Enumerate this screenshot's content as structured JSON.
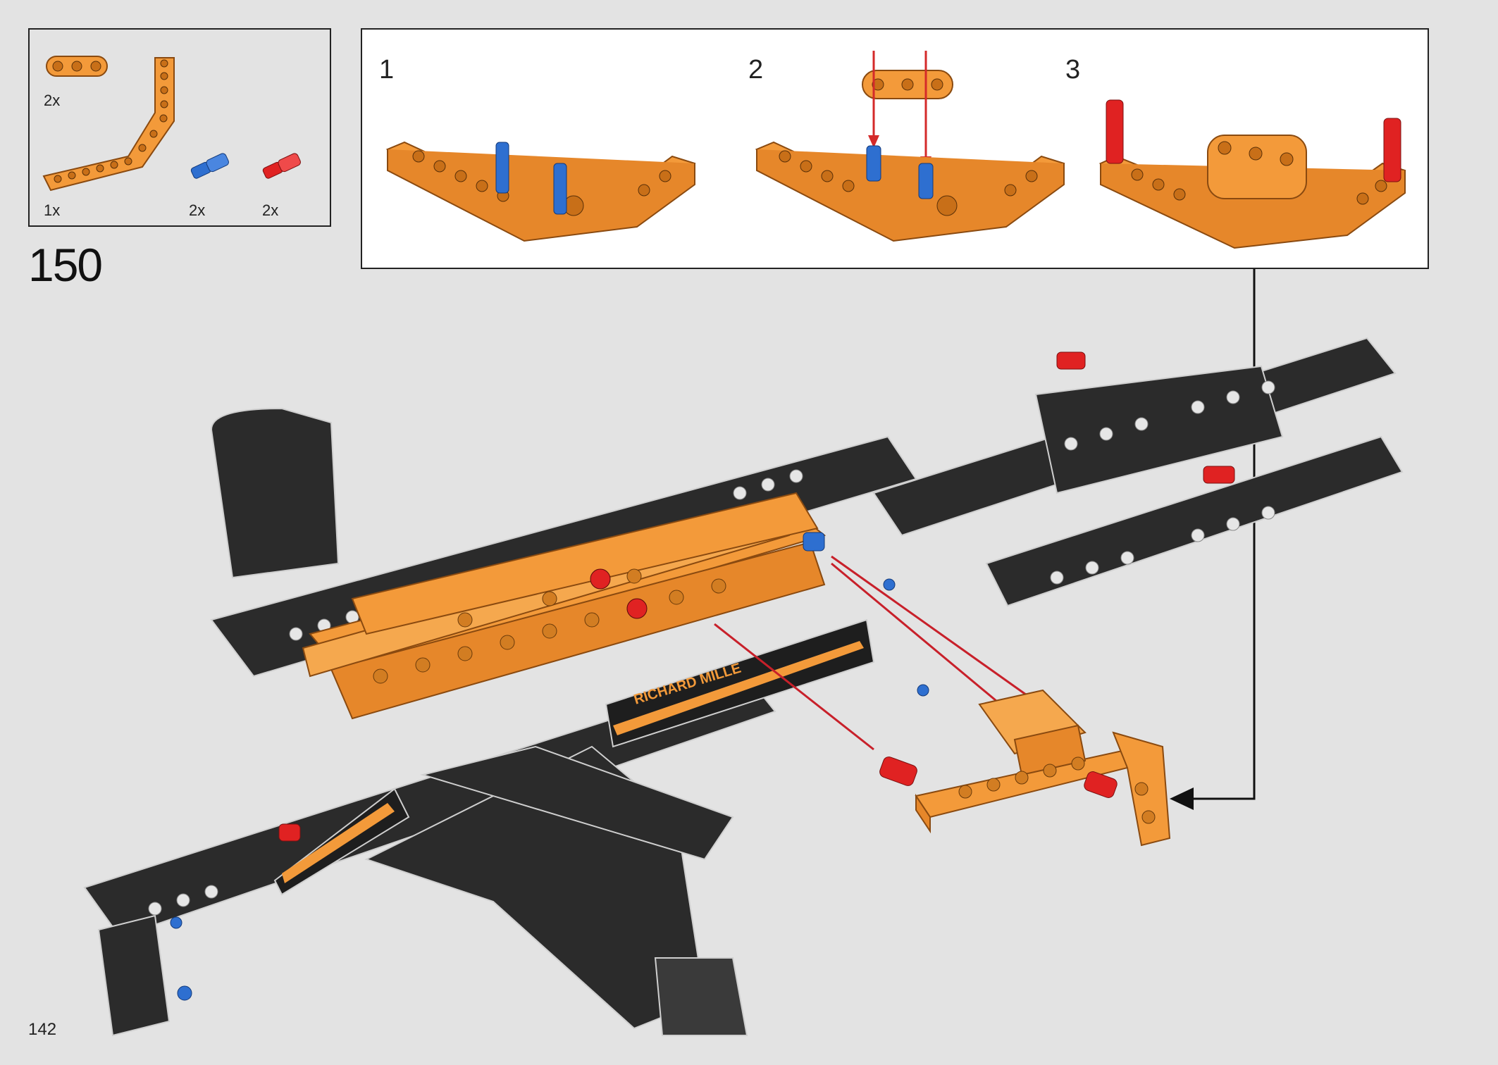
{
  "parts": {
    "items": [
      {
        "name": "short-orange-beam",
        "qty": "2x"
      },
      {
        "name": "angled-orange-beam",
        "qty": "1x"
      },
      {
        "name": "blue-pin",
        "qty": "2x"
      },
      {
        "name": "red-pin",
        "qty": "2x"
      }
    ]
  },
  "step": {
    "number": "150"
  },
  "substeps": [
    {
      "label": "1"
    },
    {
      "label": "2"
    },
    {
      "label": "3"
    }
  ],
  "model": {
    "decal_text": "RICHARD MILLE"
  },
  "page": {
    "number": "142"
  },
  "colors": {
    "orange": "#f39a3a",
    "orange_dark": "#c86f18",
    "black_part": "#2b2b2b",
    "blue_pin": "#2e6fd0",
    "red_pin": "#e02222",
    "arrow_red": "#c8202a",
    "background": "#e3e3e3"
  }
}
